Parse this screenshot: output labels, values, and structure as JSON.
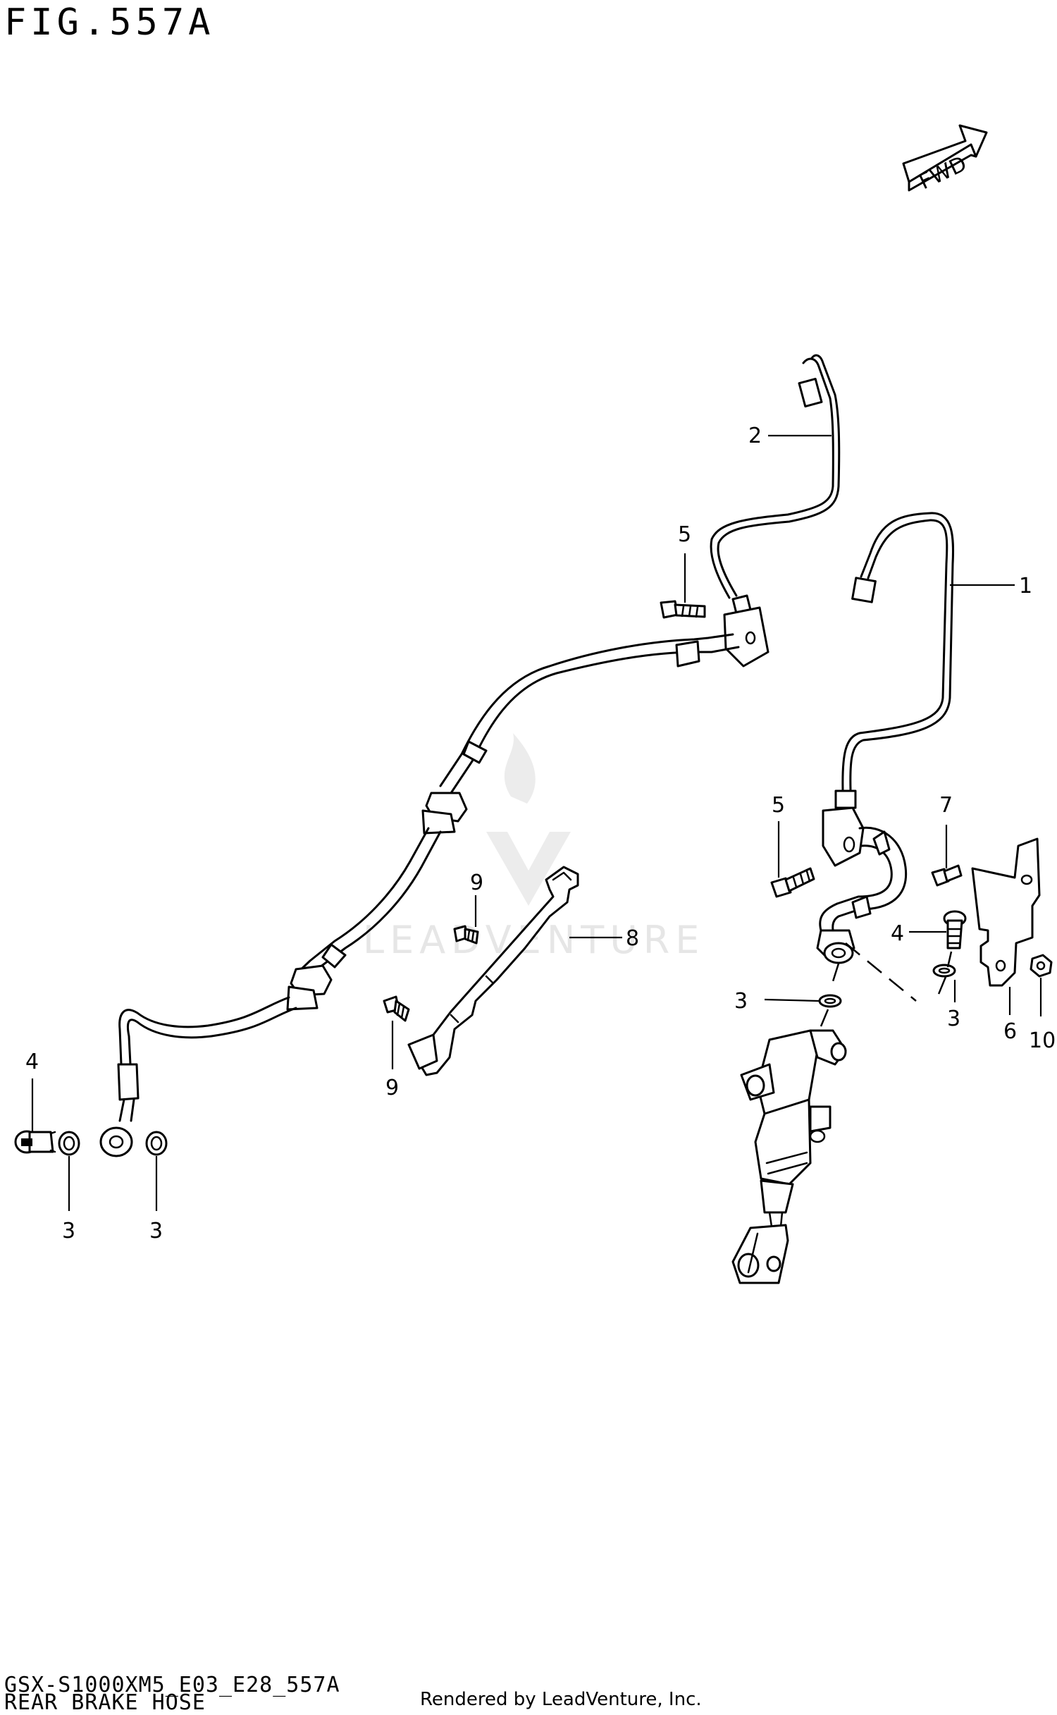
{
  "figure": {
    "title": "FIG.557A",
    "model_code": "GSX-S1000XM5_E03_E28_557A",
    "section_name": "REAR BRAKE HOSE",
    "credit": "Rendered by LeadVenture, Inc."
  },
  "direction_marker": {
    "label": "FWD",
    "icon": "forward-arrow-icon"
  },
  "watermark": {
    "text": "LEADVENTURE",
    "icon": "flame-v-logo"
  },
  "callouts": {
    "c1": "1",
    "c2": "2",
    "c3a": "3",
    "c3b": "3",
    "c3c": "3",
    "c3d": "3",
    "c4a": "4",
    "c4b": "4",
    "c5a": "5",
    "c5b": "5",
    "c6": "6",
    "c7": "7",
    "c8": "8",
    "c9a": "9",
    "c9b": "9",
    "c10": "10"
  }
}
